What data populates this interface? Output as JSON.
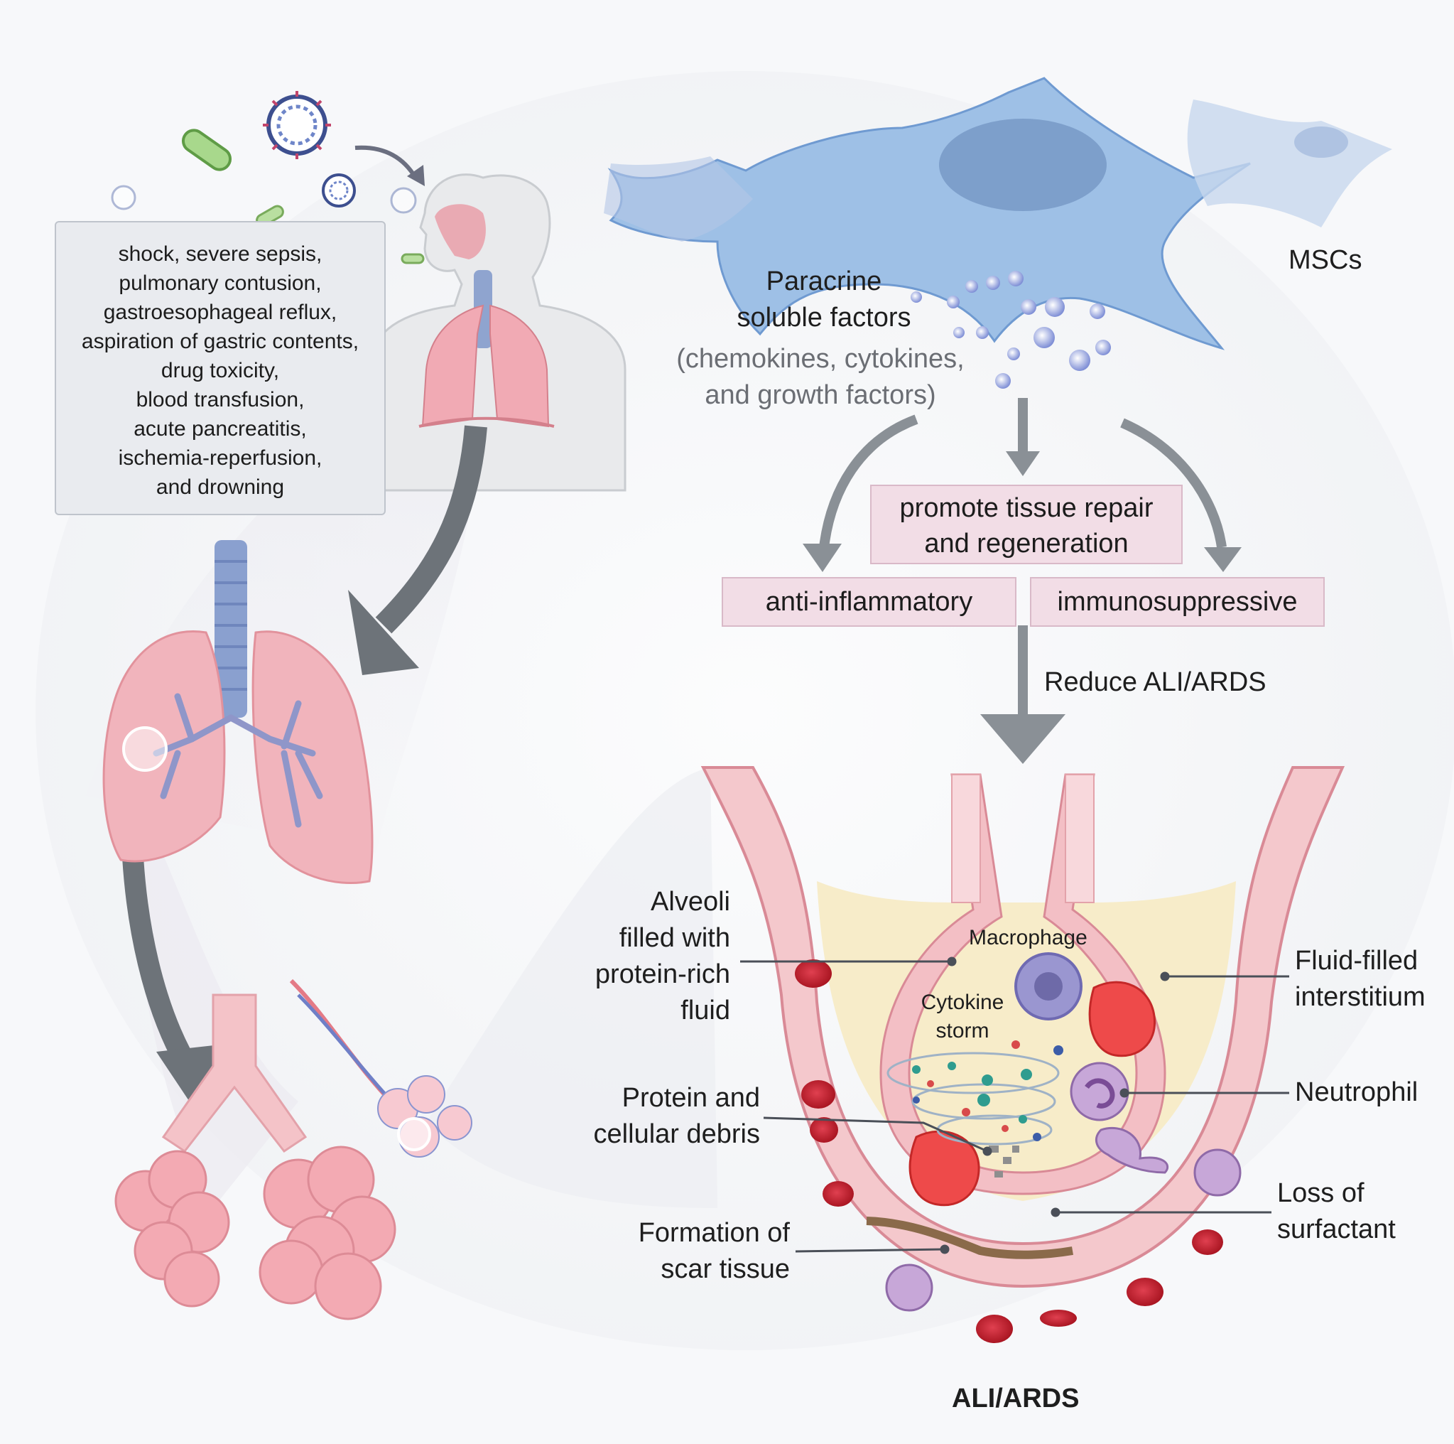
{
  "causes": {
    "lines": [
      "shock, severe sepsis,",
      "pulmonary contusion,",
      "gastroesophageal reflux,",
      "aspiration of gastric contents,",
      "drug toxicity,",
      "blood transfusion,",
      "acute pancreatitis,",
      "ischemia-reperfusion,",
      "and drowning"
    ]
  },
  "msc": {
    "label": "MSCs",
    "paracrine_line1": "Paracrine",
    "paracrine_line2": "soluble factors",
    "factors_line1": "(chemokines, cytokines,",
    "factors_line2": "and growth factors)"
  },
  "effects": {
    "repair_line1": "promote tissue repair",
    "repair_line2": "and regeneration",
    "anti_inflammatory": "anti-inflammatory",
    "immunosuppressive": "immunosuppressive",
    "reduce": "Reduce ALI/ARDS"
  },
  "alveolus": {
    "title": "ALI/ARDS",
    "alveoli_1": "Alveoli",
    "alveoli_2": "filled with",
    "alveoli_3": "protein-rich",
    "alveoli_4": "fluid",
    "protein_1": "Protein and",
    "protein_2": "cellular debris",
    "scar_1": "Formation of",
    "scar_2": "scar tissue",
    "macrophage": "Macrophage",
    "cytokine_1": "Cytokine",
    "cytokine_2": "storm",
    "fluid_1": "Fluid-filled",
    "fluid_2": "interstitium",
    "neutrophil": "Neutrophil",
    "loss_1": "Loss of",
    "loss_2": "surfactant"
  },
  "colors": {
    "msc_blue": "#9ec0e6",
    "msc_nucleus": "#7d9fcb",
    "lung_pink": "#f2b8bf",
    "box_pink": "#f2dde6",
    "arrow_gray": "#8a9096",
    "blood_red": "#c8202d"
  }
}
